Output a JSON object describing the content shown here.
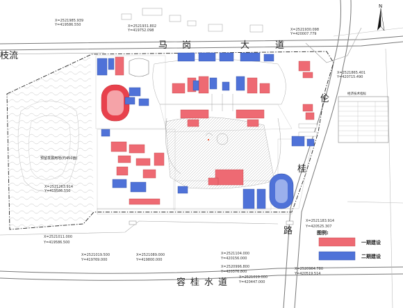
{
  "roads": {
    "north_chars": [
      "马",
      "岗",
      "大",
      "道"
    ],
    "east_chars": [
      "伦",
      "桂",
      "路"
    ],
    "south_chars": [
      "容",
      "桂",
      "水",
      "道"
    ],
    "west_fragment": "枝流"
  },
  "reserve_label": "预留发展用地(约450亩)",
  "legend": {
    "title": "图例:",
    "items": [
      {
        "label": "一期建设",
        "color": "#ee6a73"
      },
      {
        "label": "二期建设",
        "color": "#4f72d8"
      }
    ]
  },
  "coordinates": [
    {
      "x": "X=2521931.802",
      "y": "Y=419752.098"
    },
    {
      "x": "X=2521985.939",
      "y": "Y=419586.550"
    },
    {
      "x": "X=2521930.098",
      "y": "Y=420007.779"
    },
    {
      "x": "X=2521865.401",
      "y": "Y=420715.490"
    },
    {
      "x": "X=2521263.914",
      "y": "Y=419586.550"
    },
    {
      "x": "X=2521011.000",
      "y": "Y=419586.500"
    },
    {
      "x": "X=2521183.914",
      "y": "Y=420525.307"
    },
    {
      "x": "X=2521019.500",
      "y": "Y=419769.000"
    },
    {
      "x": "X=2521089.000",
      "y": "Y=419800.000"
    },
    {
      "x": "X=2521104.000",
      "y": "Y=420156.000"
    },
    {
      "x": "X=2520996.800",
      "y": "Y=420376.800"
    },
    {
      "x": "X=2521019.000",
      "y": "Y=420447.000"
    },
    {
      "x": "X=2520964.780",
      "y": "Y=420519.514"
    }
  ],
  "compass_letter": "N",
  "table_title": "经济技术指标",
  "colors": {
    "phase1": "#ee6a73",
    "phase2": "#4f72d8",
    "track": "#e8414c",
    "boundary": "#222222"
  }
}
